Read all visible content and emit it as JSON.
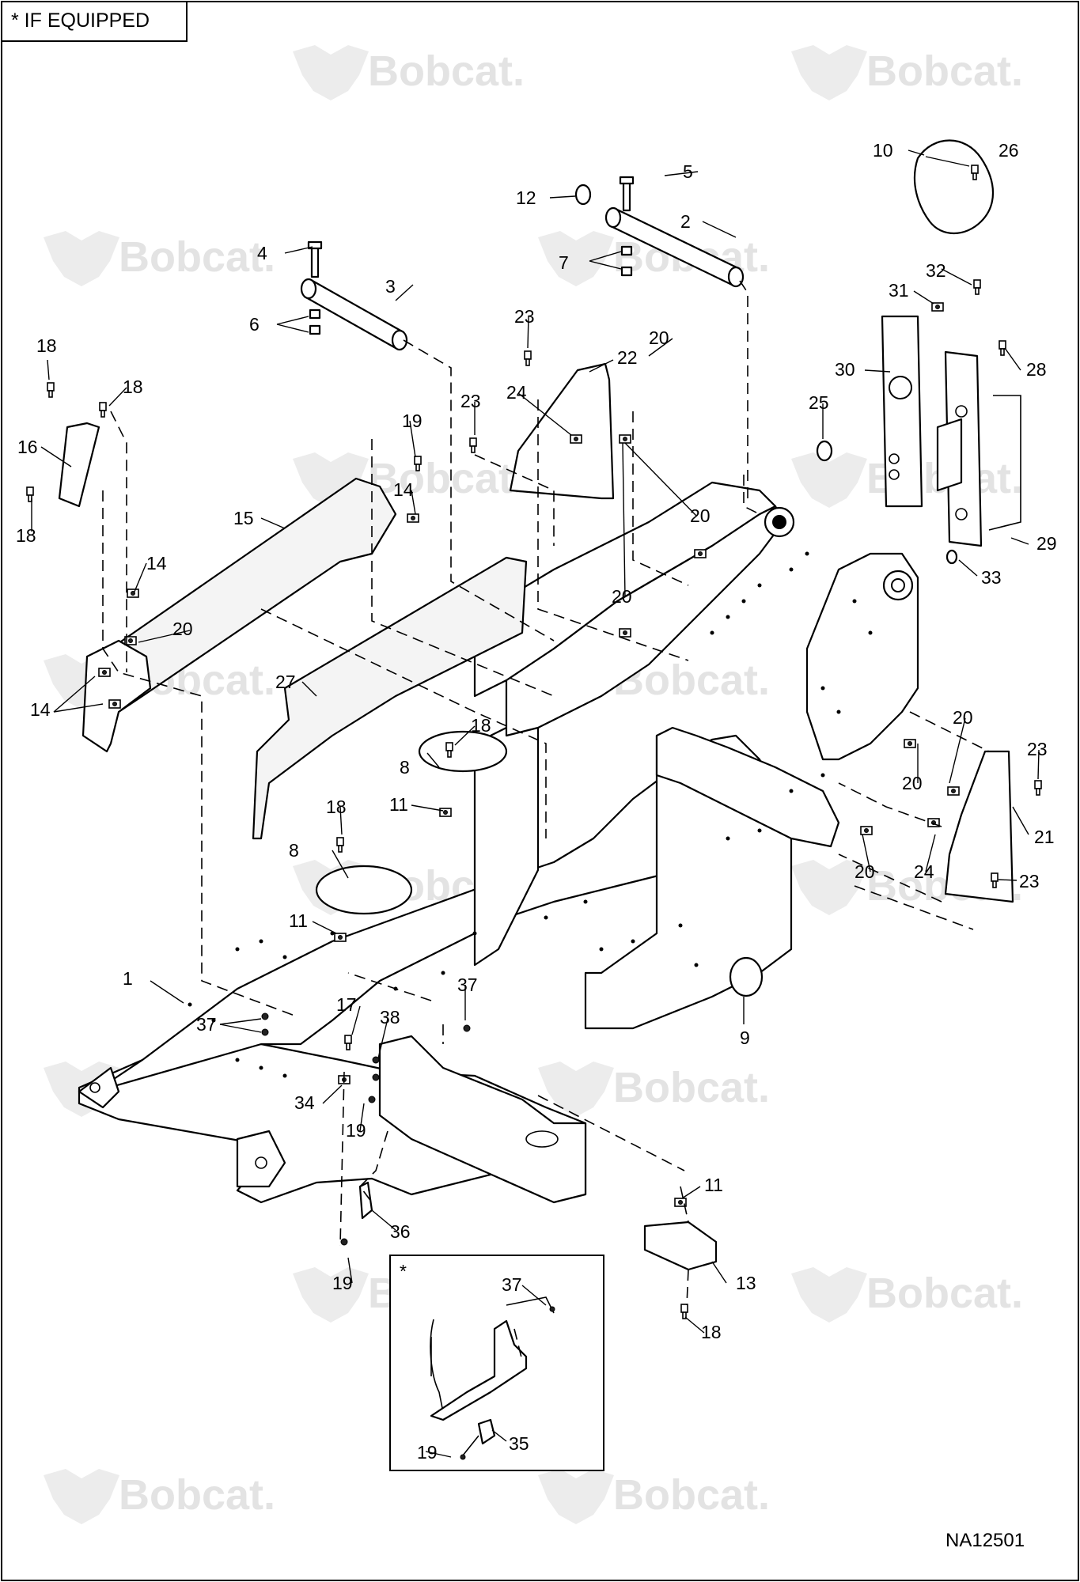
{
  "note": "* IF EQUIPPED",
  "drawing_id": "NA12501",
  "inset_marker": "*",
  "watermark_text": "Bobcat.",
  "callouts": [
    "1",
    "2",
    "3",
    "4",
    "5",
    "6",
    "7",
    "8",
    "9",
    "10",
    "11",
    "12",
    "13",
    "14",
    "15",
    "16",
    "17",
    "18",
    "19",
    "20",
    "21",
    "22",
    "23",
    "24",
    "25",
    "26",
    "27",
    "28",
    "29",
    "30",
    "31",
    "32",
    "33",
    "34",
    "35",
    "36",
    "37",
    "38"
  ],
  "colors": {
    "line": "#000000",
    "watermark": "#e3e3e3",
    "background": "#ffffff"
  }
}
